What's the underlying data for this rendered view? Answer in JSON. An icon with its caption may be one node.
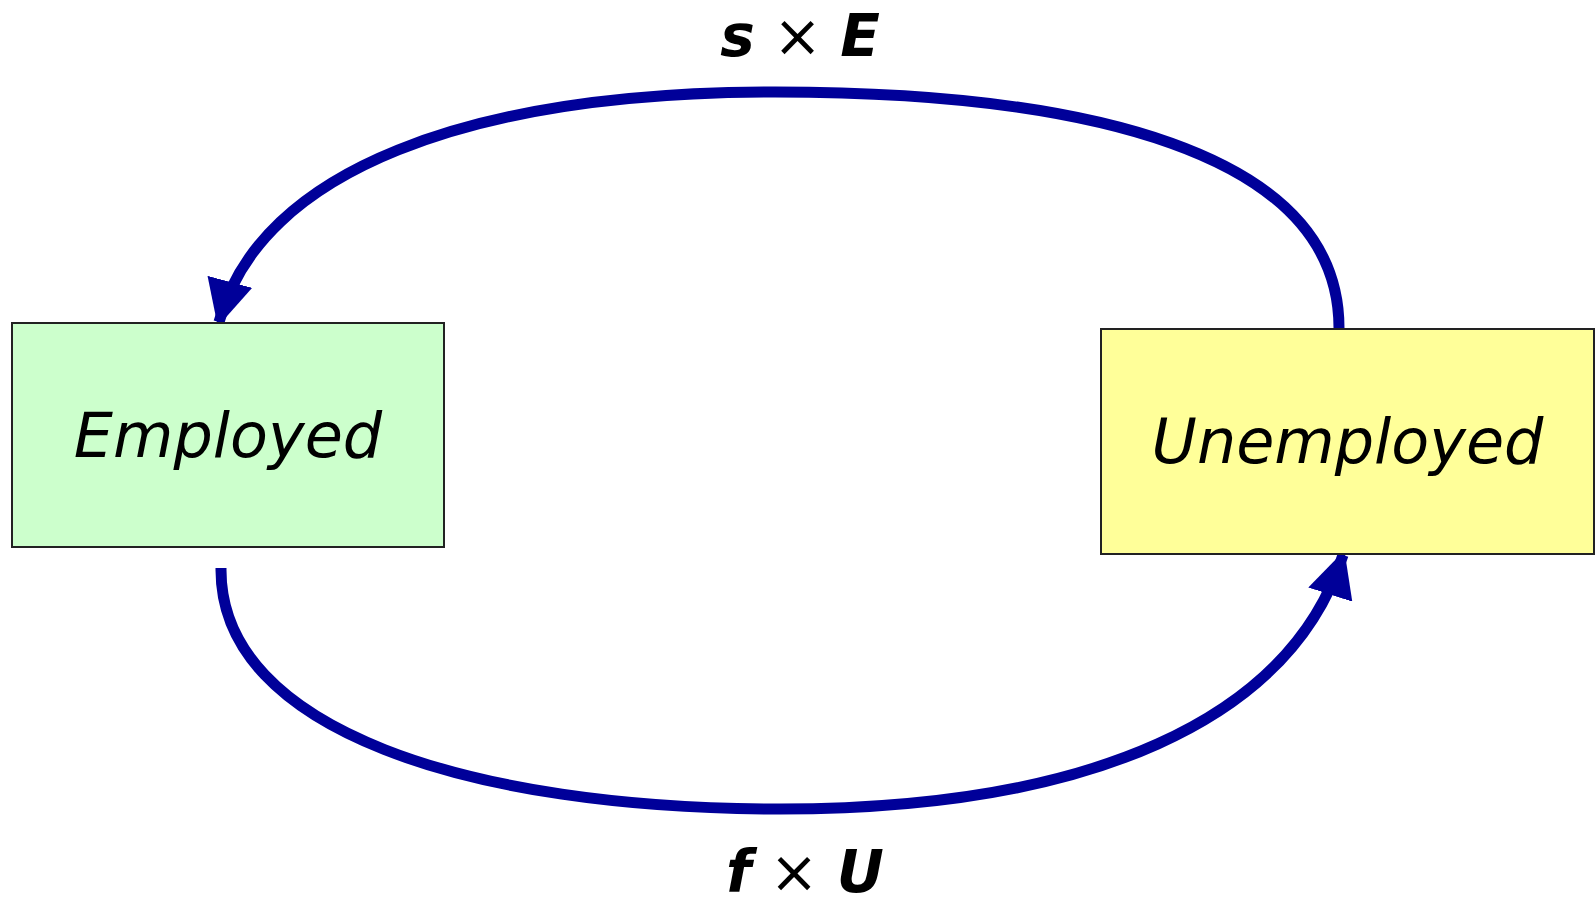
{
  "diagram": {
    "nodes": [
      {
        "text": [
          "Employed"
        ]
      },
      {
        "text": [
          "Unemployed"
        ]
      }
    ],
    "edges": [
      {
        "from": 1,
        "to": 0,
        "arrow": "to",
        "label": "**s** × **E**"
      },
      {
        "from": 0,
        "to": 1,
        "arrow": "to",
        "label": "**f** × **U**"
      }
    ]
  }
}
